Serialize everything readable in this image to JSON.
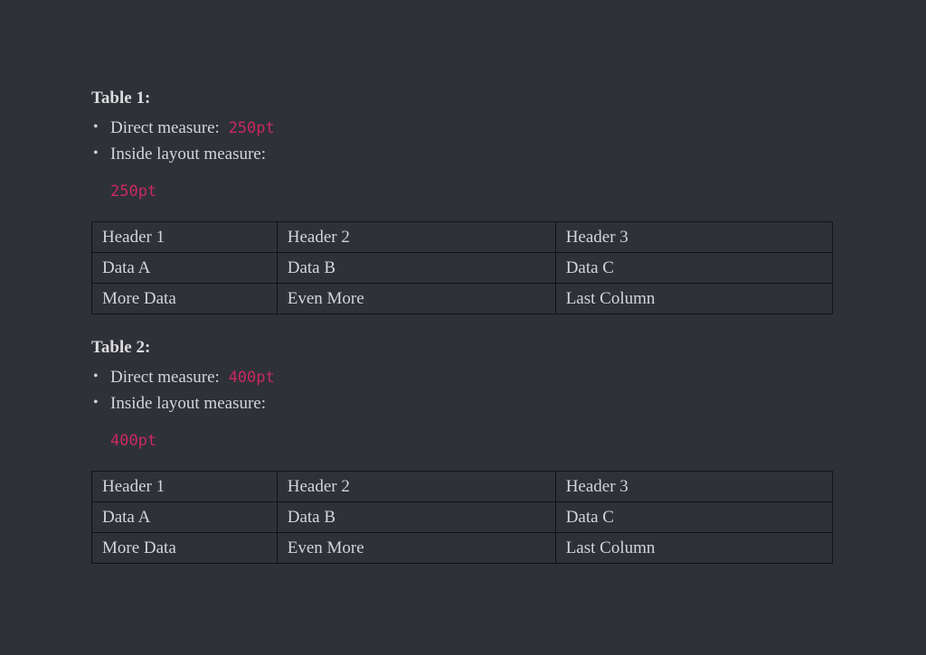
{
  "page": {
    "background_color": "#2f3138",
    "text_color": "#d4d5d7",
    "accent_color": "#c92a5e",
    "table_border_color": "#121318",
    "bullet_glyph": "•"
  },
  "sections": [
    {
      "title": "Table 1:",
      "bullets": [
        {
          "label": "Direct measure:",
          "value": "250pt"
        },
        {
          "label": "Inside layout measure:"
        }
      ],
      "layout_value": "250pt",
      "table": {
        "headers": [
          "Header 1",
          "Header 2",
          "Header 3"
        ],
        "rows": [
          [
            "Data A",
            "Data B",
            "Data C"
          ],
          [
            "More Data",
            "Even More",
            "Last Column"
          ]
        ]
      }
    },
    {
      "title": "Table 2:",
      "bullets": [
        {
          "label": "Direct measure:",
          "value": "400pt"
        },
        {
          "label": "Inside layout measure:"
        }
      ],
      "layout_value": "400pt",
      "table": {
        "headers": [
          "Header 1",
          "Header 2",
          "Header 3"
        ],
        "rows": [
          [
            "Data A",
            "Data B",
            "Data C"
          ],
          [
            "More Data",
            "Even More",
            "Last Column"
          ]
        ]
      }
    }
  ]
}
